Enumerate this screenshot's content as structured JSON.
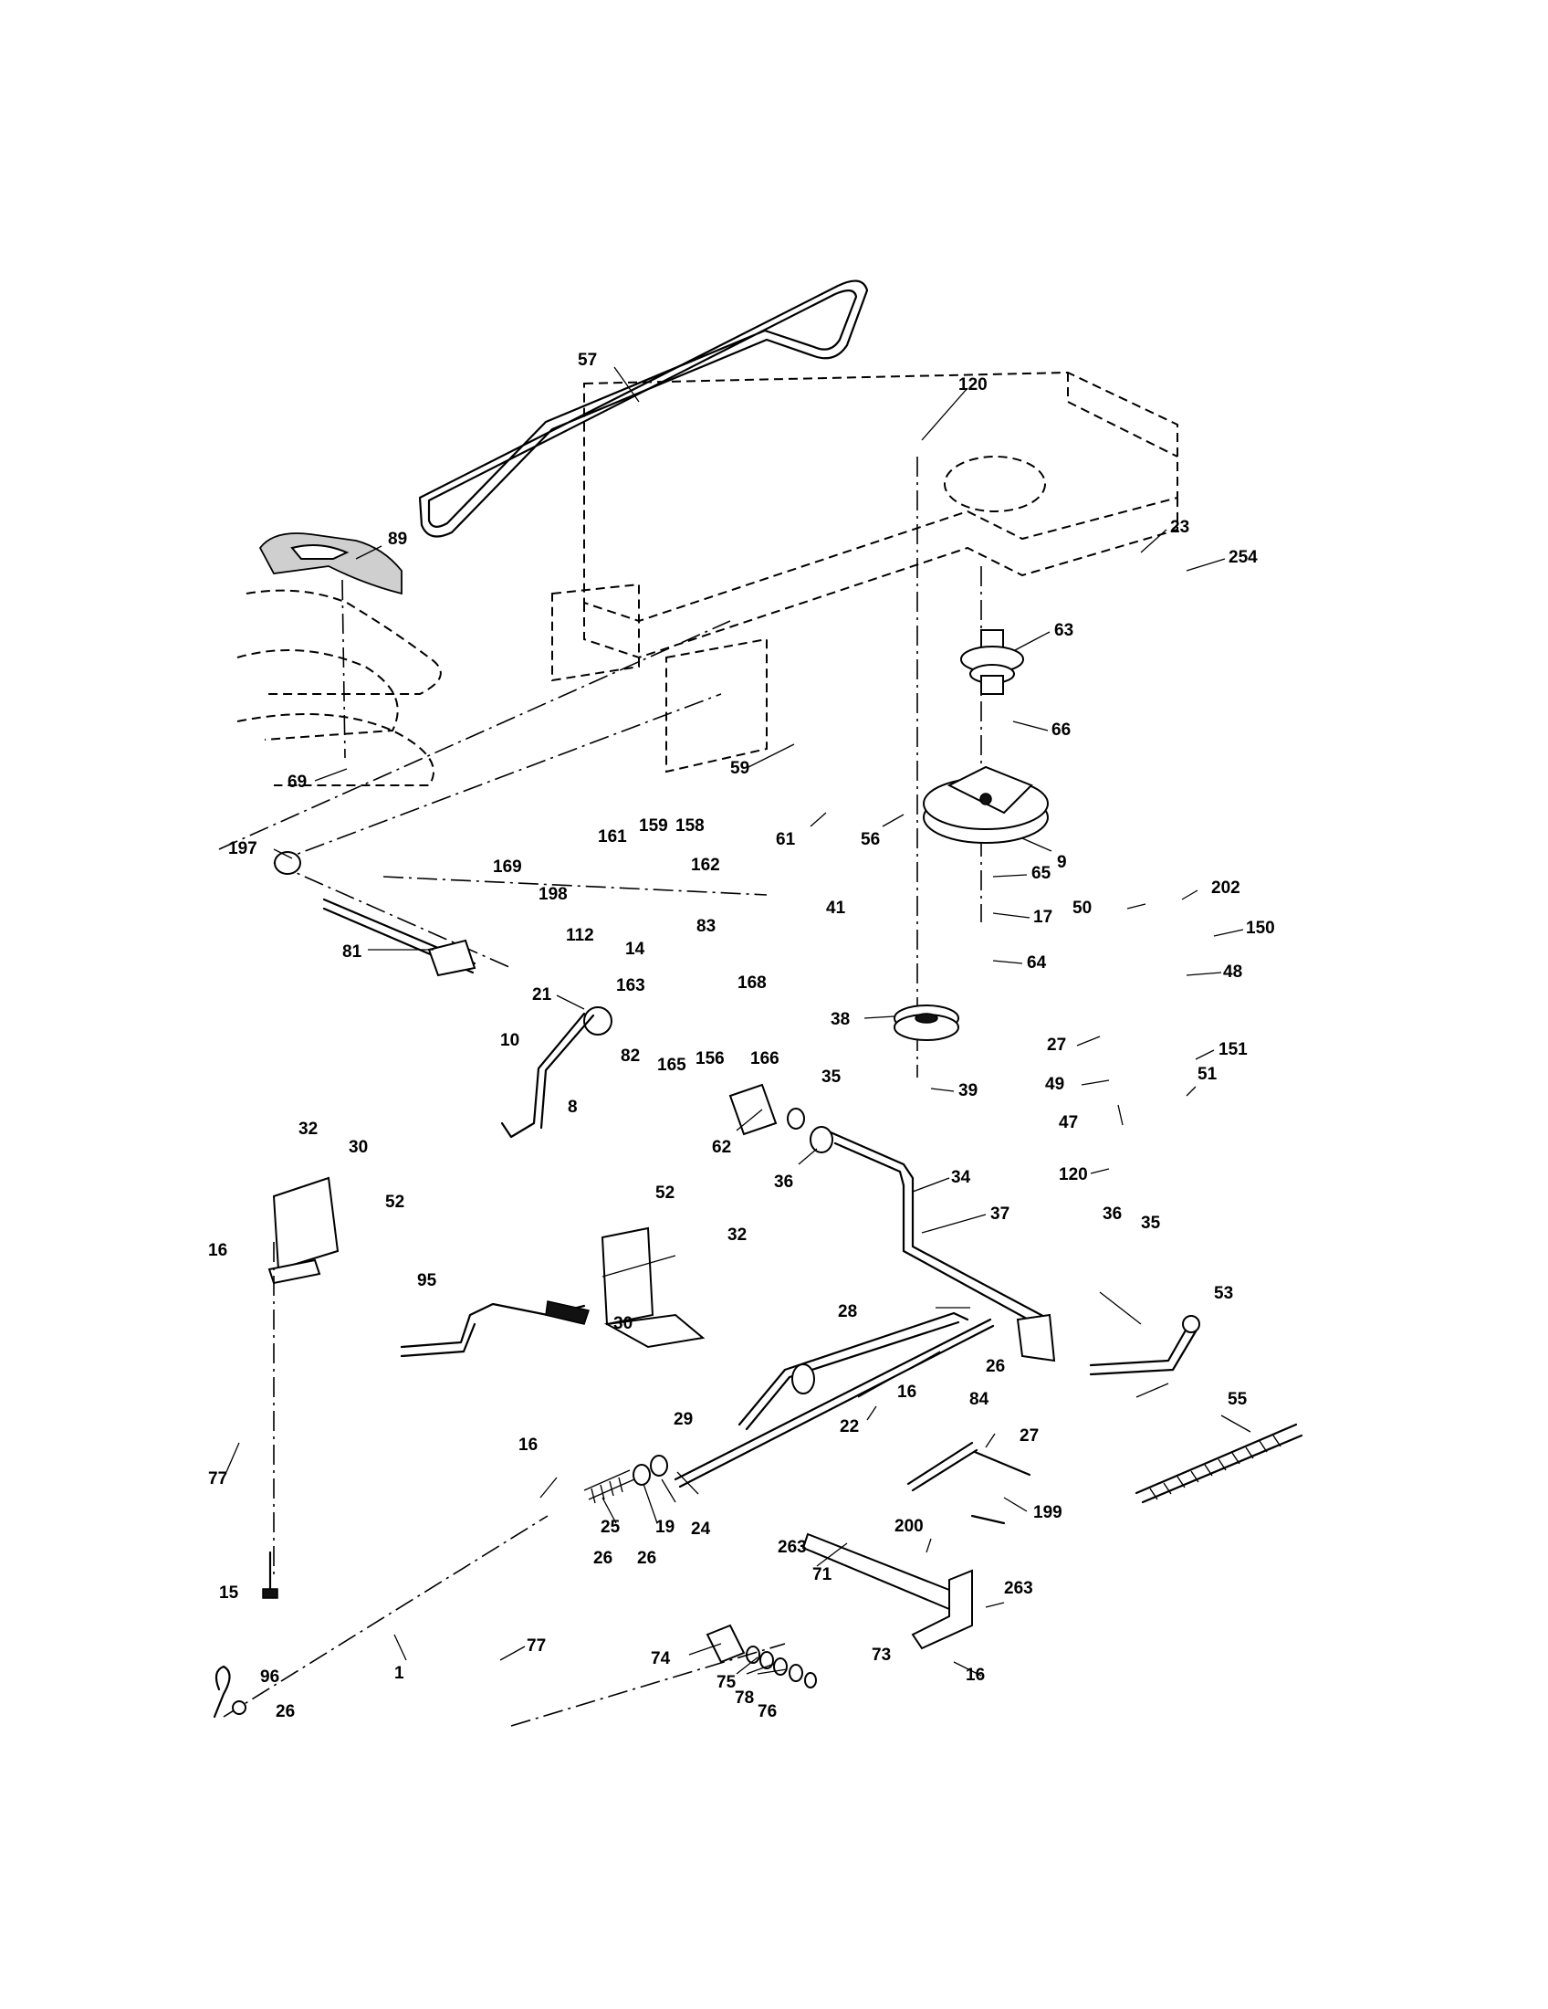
{
  "diagram": {
    "labels": [
      "57",
      "120",
      "89",
      "23",
      "254",
      "63",
      "66",
      "59",
      "69",
      "61",
      "56",
      "9",
      "65",
      "17",
      "64",
      "197",
      "169",
      "161",
      "159",
      "158",
      "162",
      "198",
      "83",
      "112",
      "14",
      "163",
      "168",
      "41",
      "81",
      "21",
      "82",
      "165",
      "156",
      "166",
      "10",
      "8",
      "50",
      "202",
      "150",
      "48",
      "27",
      "151",
      "49",
      "51",
      "47",
      "120",
      "38",
      "39",
      "35",
      "62",
      "36",
      "34",
      "37",
      "32",
      "30",
      "52",
      "16",
      "52",
      "32",
      "30",
      "95",
      "36",
      "35",
      "53",
      "28",
      "26",
      "27",
      "55",
      "29",
      "22",
      "16",
      "84",
      "199",
      "16",
      "25",
      "19",
      "24",
      "26",
      "26",
      "200",
      "263",
      "71",
      "263",
      "77",
      "15",
      "96",
      "26",
      "77",
      "1",
      "74",
      "75",
      "78",
      "76",
      "73",
      "16"
    ]
  }
}
